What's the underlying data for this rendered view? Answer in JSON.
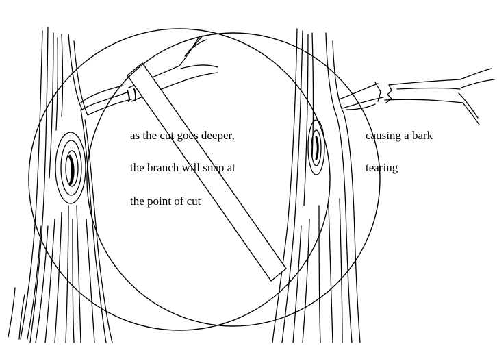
{
  "captions": {
    "left": {
      "line1": "as the cut goes deeper,",
      "line2": "the branch will snap at",
      "line3": "the point of cut"
    },
    "right": {
      "line1": "causing a bark",
      "line2": "tearing"
    }
  },
  "colors": {
    "ink": "#000000",
    "paper": "#ffffff"
  }
}
